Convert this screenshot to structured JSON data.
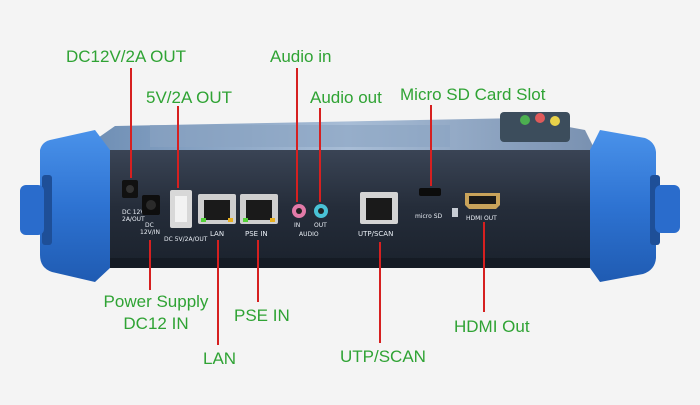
{
  "callouts": {
    "dc_out": "DC12V/2A OUT",
    "usb_out": "5V/2A OUT",
    "audio_in": "Audio in",
    "audio_out": "Audio out",
    "micro_sd": "Micro SD Card Slot",
    "power_line1": "Power Supply",
    "power_line2": "DC12 IN",
    "pse_in": "PSE IN",
    "lan": "LAN",
    "utp_scan": "UTP/SCAN",
    "hdmi_out": "HDMI Out"
  },
  "panel_text": {
    "dc_out_small_1": "DC 12V",
    "dc_out_small_2": "2A/OUT",
    "dc_in_1": "DC",
    "dc_in_2": "12V/IN",
    "usb": "DC 5V/2A/OUT",
    "lan": "LAN",
    "pse": "PSE IN",
    "in": "IN",
    "out": "OUT",
    "audio": "AUDIO",
    "utp": "UTP/SCAN",
    "micro_sd": "micro SD",
    "hdmi": "HDMI OUT"
  },
  "colors": {
    "callout_text": "#2fa334",
    "callout_line": "#d62020",
    "bumper": "#2f78d6",
    "body": "#2a3342",
    "background": "#f4f4f4"
  }
}
